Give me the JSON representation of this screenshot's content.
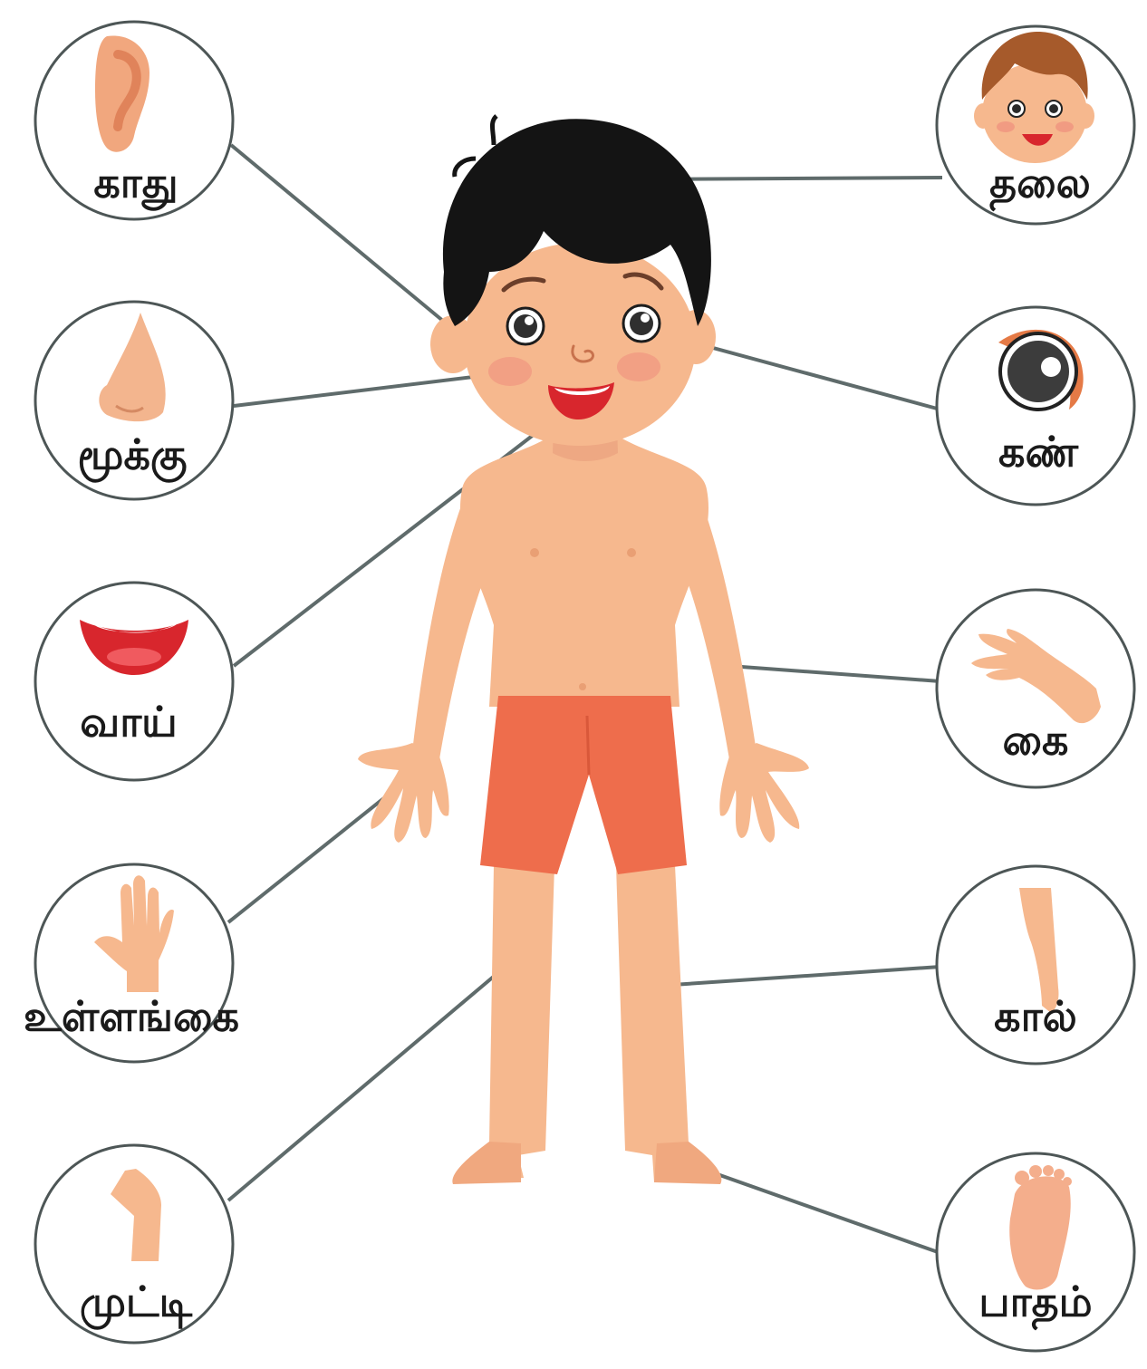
{
  "labels": {
    "ear": "காது",
    "nose": "மூக்கு",
    "mouth": "வாய்",
    "palm": "உள்ளங்கை",
    "knee": "முட்டி",
    "head": "தலை",
    "eye": "கண்",
    "hand": "கை",
    "leg": "கால்",
    "foot": "பாதம்"
  },
  "colors": {
    "skin": "#f6b88e",
    "skin_shade": "#e99f74",
    "hair": "#141414",
    "shorts": "#ee6d4c",
    "shorts_shade": "#d9583a",
    "line": "#5f6b6b",
    "circle_border": "#4d5656",
    "mouth_red": "#d8262d",
    "eye_dark": "#2f2f2f"
  },
  "icons": [
    "ear-icon",
    "nose-icon",
    "mouth-icon",
    "palm-icon",
    "knee-icon",
    "head-icon",
    "eye-icon",
    "arm-icon",
    "leg-icon",
    "foot-icon"
  ]
}
